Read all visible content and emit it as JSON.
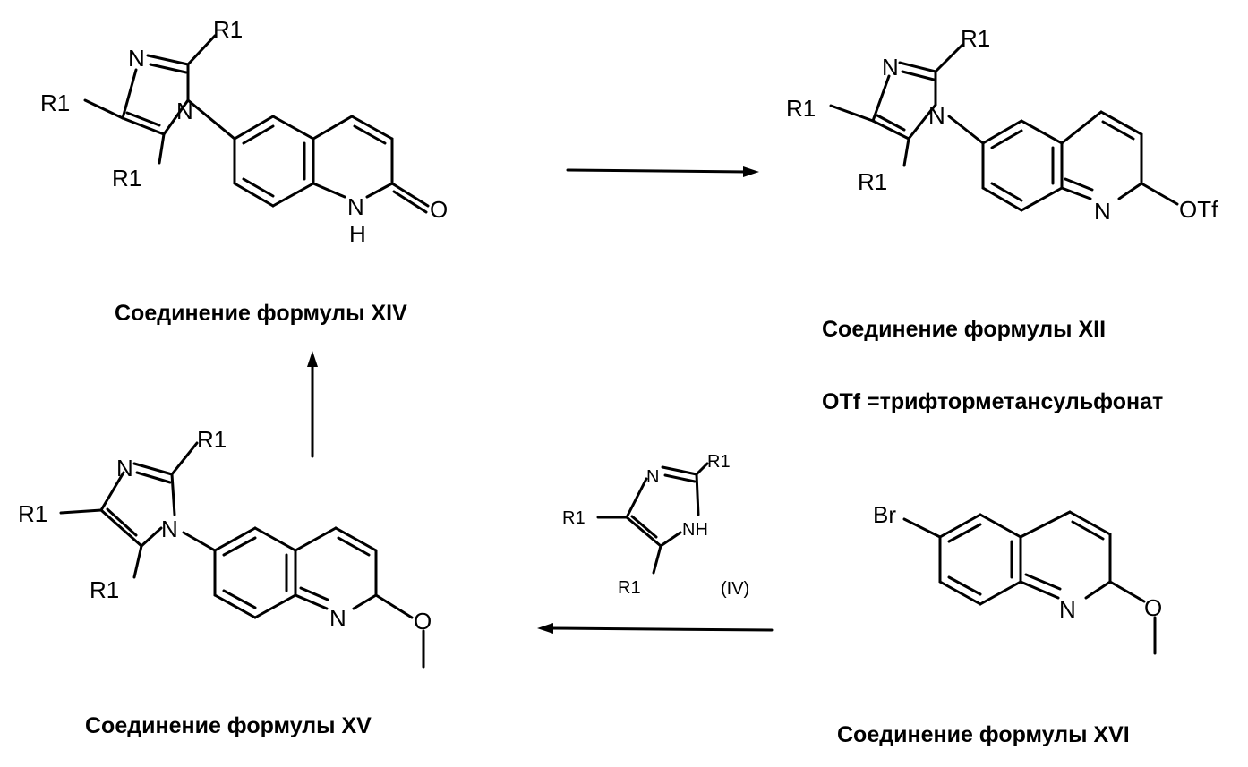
{
  "atoms": {
    "r1": "R1",
    "n": "N",
    "nh": "NH",
    "h": "H",
    "o": "O",
    "otf": "OTf",
    "br": "Br"
  },
  "reagent_label": "(IV)",
  "captions": {
    "xiv": "Соединение формулы XIV",
    "xii": "Соединение формулы XII",
    "otf_definition": "OTf =трифторметансульфонат",
    "xv": "Соединение формулы XV",
    "xvi": "Соединение формулы XVI"
  }
}
